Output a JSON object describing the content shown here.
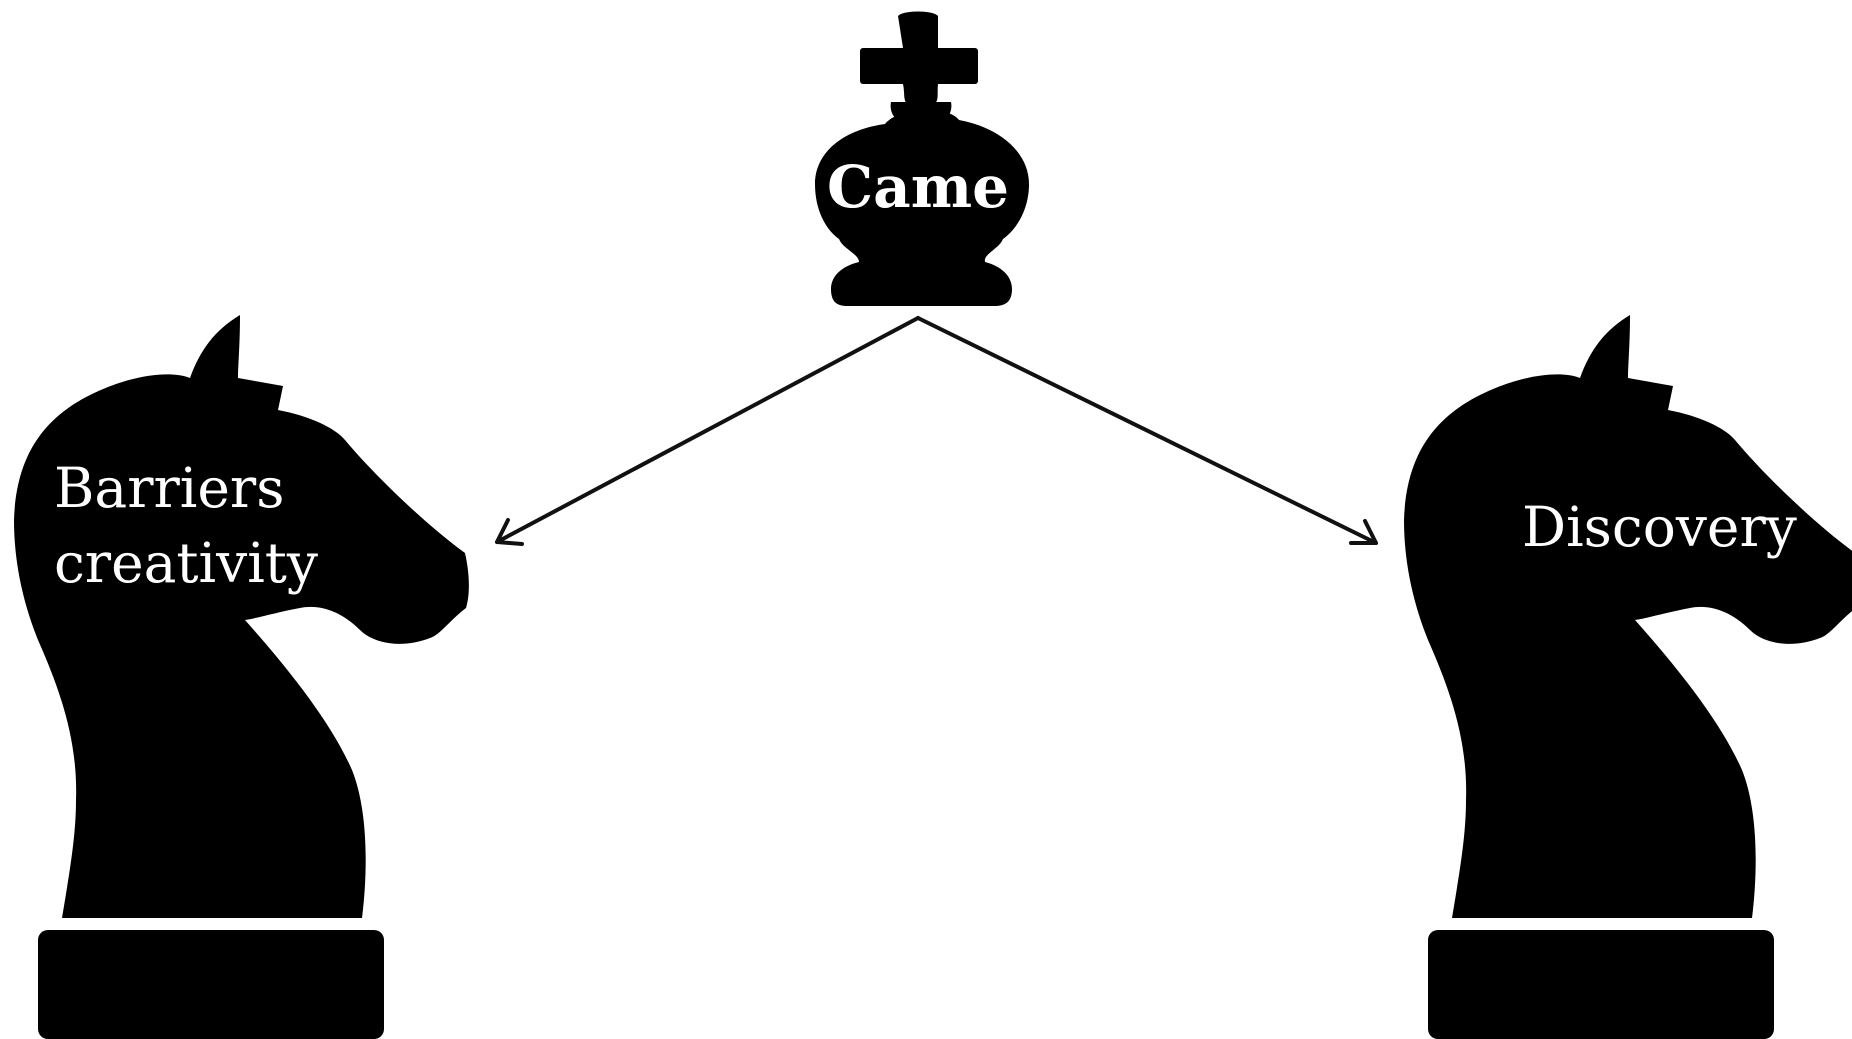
{
  "colors": {
    "background": "#ffffff",
    "piece": "#000000",
    "label": "#ffffff",
    "arrow": "#111111"
  },
  "icons": {
    "top_piece": "chess-king-icon",
    "left_piece": "chess-knight-icon",
    "right_piece": "chess-knight-icon"
  },
  "king": {
    "label": "Came"
  },
  "left_knight": {
    "label_line1": "Barriers",
    "label_line2": "creativity"
  },
  "right_knight": {
    "label": "Discovery"
  },
  "arrows": [
    {
      "from": "Came",
      "to": "Barriers creativity"
    },
    {
      "from": "Came",
      "to": "Discovery"
    }
  ]
}
